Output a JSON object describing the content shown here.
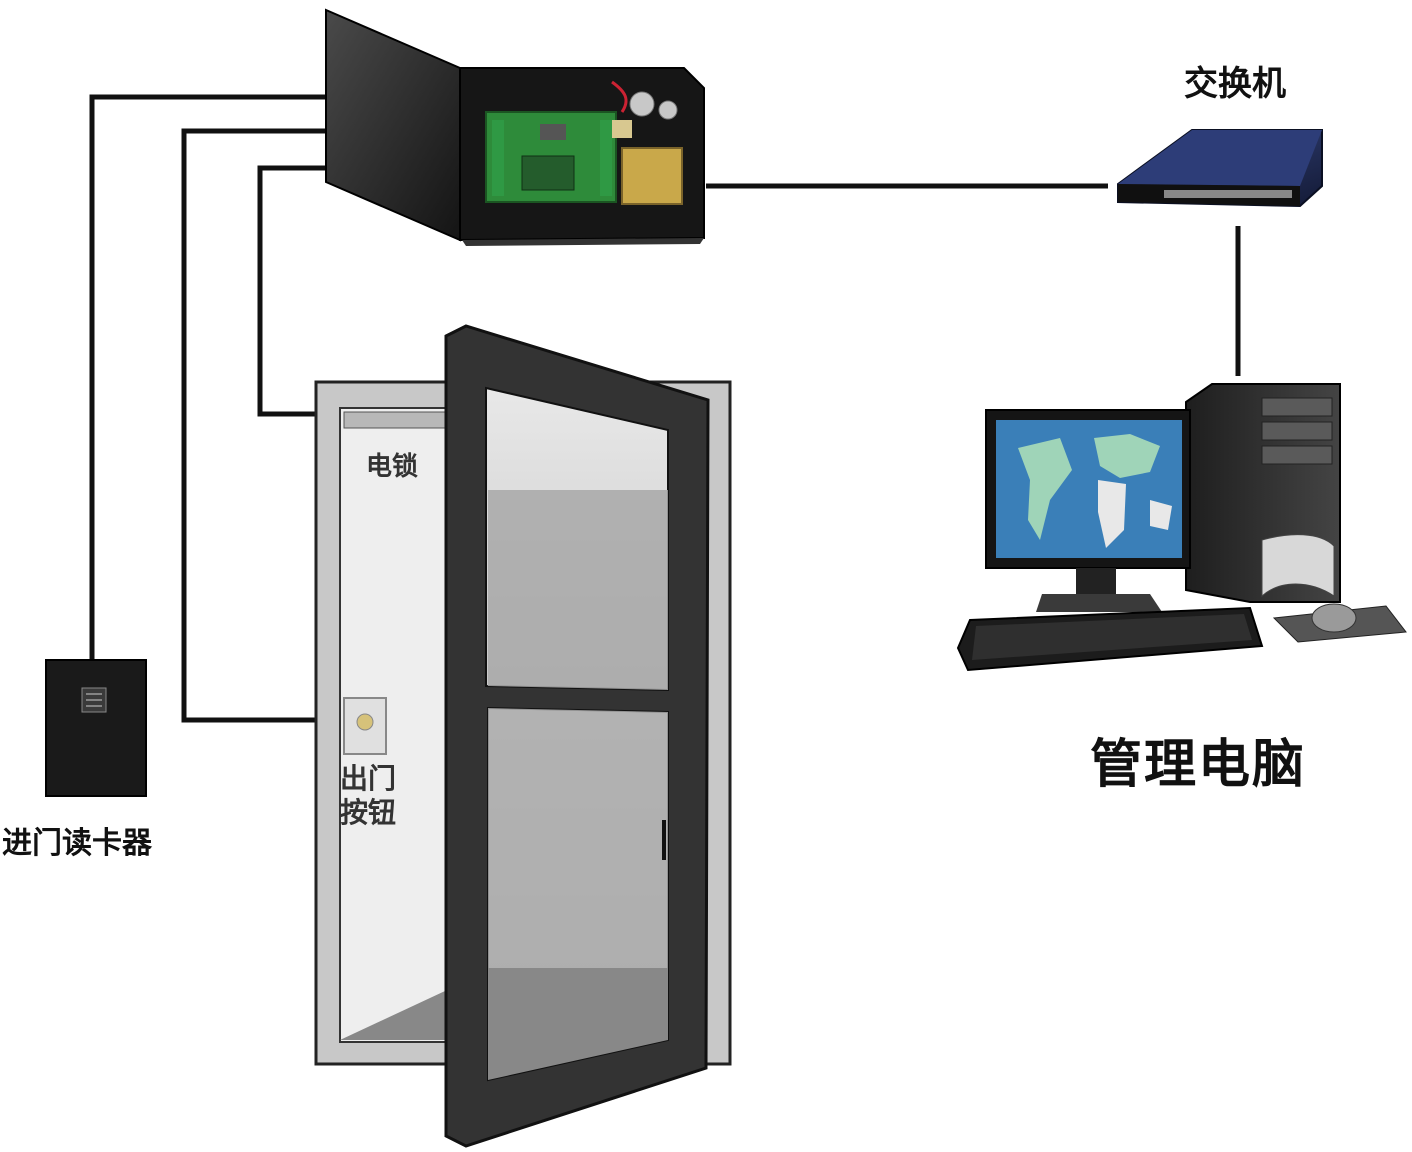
{
  "labels": {
    "switch": "交换机",
    "management_pc": "管理电脑",
    "card_reader": "进门读卡器",
    "electric_lock": "电锁",
    "exit_button_line1": "出门",
    "exit_button_line2": "按钮"
  },
  "colors": {
    "wire": "#111111",
    "controller_box": "#222222",
    "circuit_board": "#2e8b3a",
    "switch_body": "#25325e",
    "monitor_sea": "#3a7fb8",
    "door_frame": "#3c3c3c",
    "glass": "#d9d9d9"
  },
  "icons": [
    "controller-box-icon",
    "network-switch-icon",
    "desktop-computer-icon",
    "card-reader-icon",
    "door-icon",
    "exit-button-icon"
  ]
}
